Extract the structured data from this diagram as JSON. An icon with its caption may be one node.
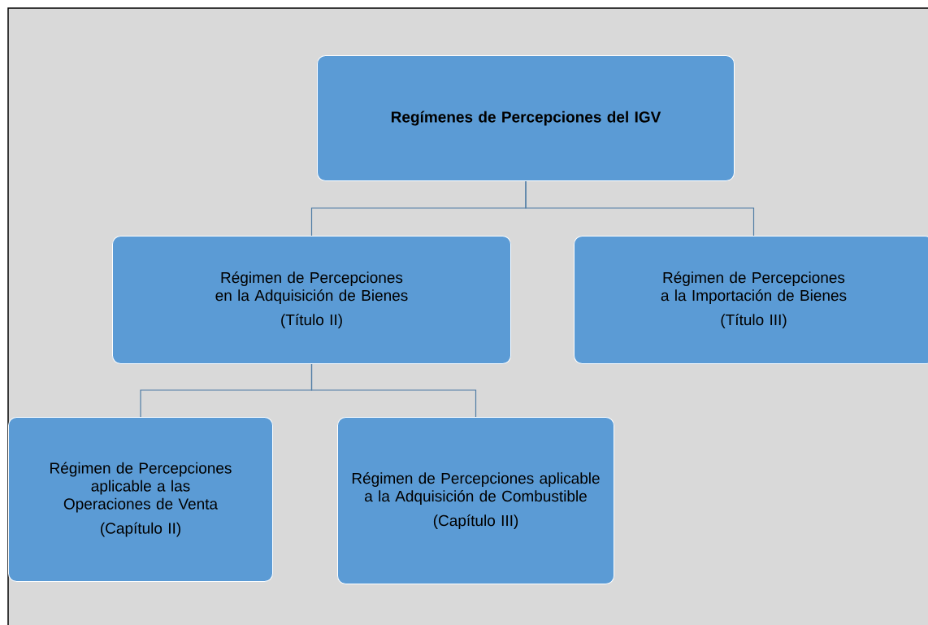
{
  "diagram": {
    "nodes": [
      {
        "text": [
          "Regímenes de Percepciones del IGV"
        ]
      },
      {
        "text": [
          "Régimen de Percepciones en la Adquisición de Bienes",
          "(Título II)"
        ]
      },
      {
        "text": [
          "Régimen de Percepciones a la Importación de Bienes",
          "(Título III)"
        ]
      },
      {
        "text": [
          "Régimen de Percepciones aplicable a las Operaciones de Venta",
          "(Capítulo II)"
        ]
      },
      {
        "text": [
          "Régimen de Percepciones aplicable a la Adquisición de Combustible",
          "(Capítulo III)"
        ]
      }
    ],
    "edges": [
      {
        "from": 0,
        "to": 1,
        "arrow": "none"
      },
      {
        "from": 0,
        "to": 2,
        "arrow": "none"
      },
      {
        "from": 1,
        "to": 3,
        "arrow": "none"
      },
      {
        "from": 1,
        "to": 4,
        "arrow": "none"
      }
    ]
  }
}
